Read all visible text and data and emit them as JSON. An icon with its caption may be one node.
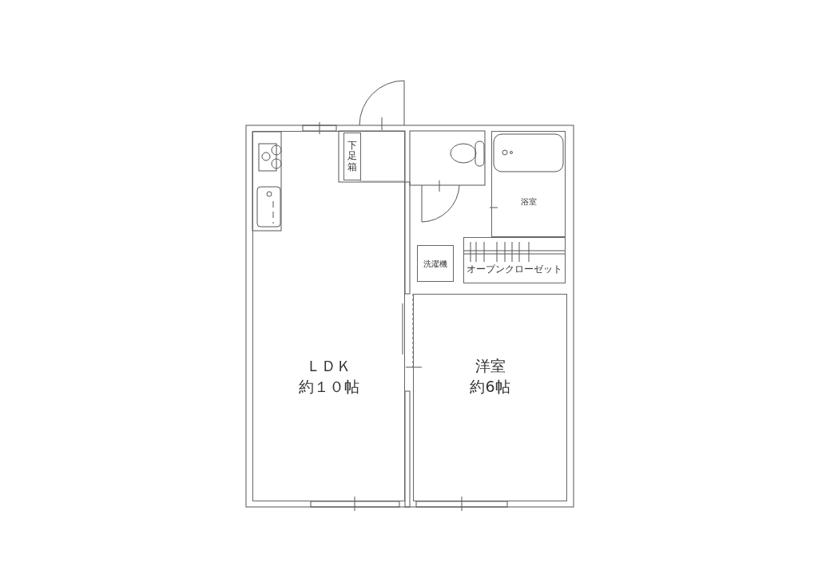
{
  "diagram": {
    "nodes": [
      {
        "text": [
          "ＬＤＫ",
          "約１０帖"
        ]
      },
      {
        "text": [
          "下足箱"
        ],
        "in": 0
      },
      {
        "text": [
          "浴室"
        ]
      },
      {
        "text": [
          "洗濯機"
        ]
      },
      {
        "text": [
          "オープンクローゼット"
        ]
      },
      {
        "text": [
          "洋室",
          "約6帖"
        ]
      }
    ]
  }
}
